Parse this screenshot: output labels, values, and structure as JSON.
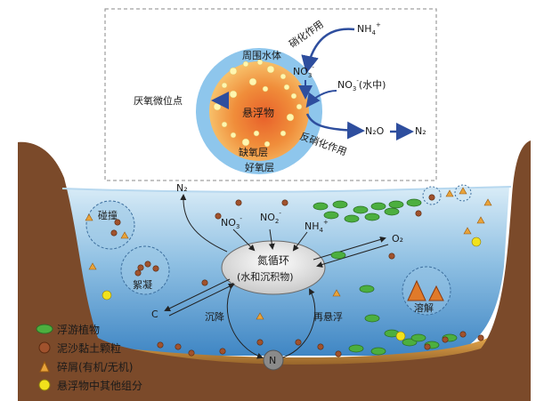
{
  "inset": {
    "zone_labels": {
      "surrounding_water": "周围水体",
      "particle": "悬浮物",
      "anoxic_layer": "缺氧层",
      "aerobic_layer": "好氧层"
    },
    "anaerobic_sites": "厌氧微位点",
    "nitrification": "硝化作用",
    "denitrification": "反硝化作用",
    "species": {
      "nh4": {
        "base": "NH",
        "sub": "4",
        "sup": "+"
      },
      "no3_in": {
        "base": "NO",
        "sub": "3",
        "sup": "-"
      },
      "no3_water": {
        "base": "NO",
        "sub": "3",
        "sup": "-",
        "suffix": "(水中)"
      },
      "n2o": "N₂O",
      "n2": "N₂"
    }
  },
  "lake": {
    "cycle": {
      "title": "氮循环",
      "subtitle": "(水和沉积物)"
    },
    "processes": {
      "collision": "碰撞",
      "flocculation": "絮凝",
      "dissolution": "溶解",
      "settling": "沉降",
      "resuspension": "再悬浮"
    },
    "species": {
      "n2": "N₂",
      "no3": {
        "base": "NO",
        "sub": "3",
        "sup": "-"
      },
      "no2": {
        "base": "NO",
        "sub": "2",
        "sup": "-"
      },
      "nh4": {
        "base": "NH",
        "sub": "4",
        "sup": "+"
      },
      "o2": "O₂",
      "c": "C",
      "n": "N"
    }
  },
  "legend": [
    {
      "label": "浮游植物",
      "symbol": "ellipse",
      "color": "#4caf3f"
    },
    {
      "label": "泥沙黏土颗粒",
      "symbol": "circle",
      "color": "#a0522d"
    },
    {
      "label": "碎屑(有机/无机)",
      "symbol": "triangle",
      "color": "#e8a33a"
    },
    {
      "label": "悬浮物中其他组分",
      "symbol": "circle",
      "color": "#f2e21c"
    }
  ],
  "colors": {
    "bank": "#7b4a2a",
    "water_top": "#cfe6f4",
    "water_bottom": "#4a8fc9",
    "sediment": "#c58a3a",
    "particle_core": "#ef7a2a",
    "arrow_blue": "#2e4e9e"
  }
}
